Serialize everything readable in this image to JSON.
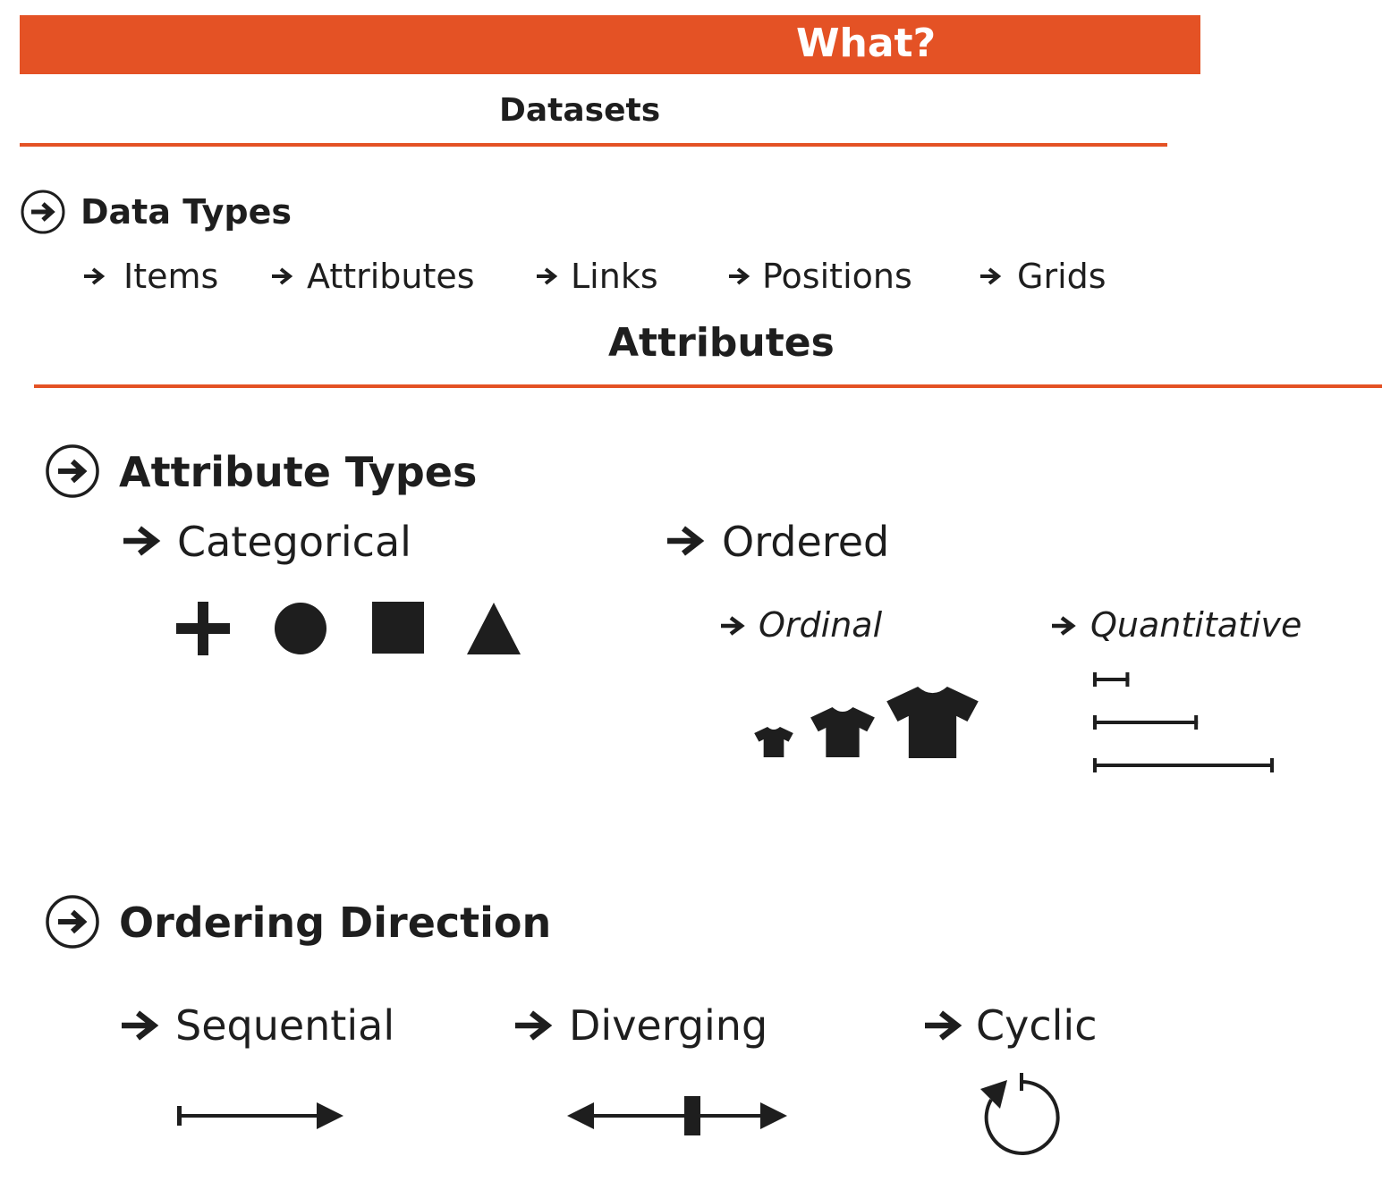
{
  "banner": {
    "title": "What?"
  },
  "datasets": {
    "heading": "Datasets"
  },
  "data_types": {
    "heading": "Data Types",
    "items": [
      "Items",
      "Attributes",
      "Links",
      "Positions",
      "Grids"
    ]
  },
  "attributes": {
    "heading": "Attributes"
  },
  "attribute_types": {
    "heading": "Attribute Types",
    "categorical": {
      "label": "Categorical",
      "icons": [
        "plus-icon",
        "circle-icon",
        "square-icon",
        "triangle-icon"
      ]
    },
    "ordered": {
      "label": "Ordered",
      "ordinal": {
        "label": "Ordinal",
        "icons": [
          "tshirt-small-icon",
          "tshirt-medium-icon",
          "tshirt-large-icon"
        ]
      },
      "quantitative": {
        "label": "Quantitative",
        "bar_lengths": [
          1,
          2.9,
          5
        ]
      }
    }
  },
  "ordering_direction": {
    "heading": "Ordering Direction",
    "sequential": {
      "label": "Sequential",
      "icon": "sequential-arrow-icon"
    },
    "diverging": {
      "label": "Diverging",
      "icon": "diverging-arrow-icon"
    },
    "cyclic": {
      "label": "Cyclic",
      "icon": "cyclic-arrow-icon"
    }
  },
  "colors": {
    "accent": "#e45225",
    "ink": "#1e1e1e",
    "background": "#ffffff"
  }
}
